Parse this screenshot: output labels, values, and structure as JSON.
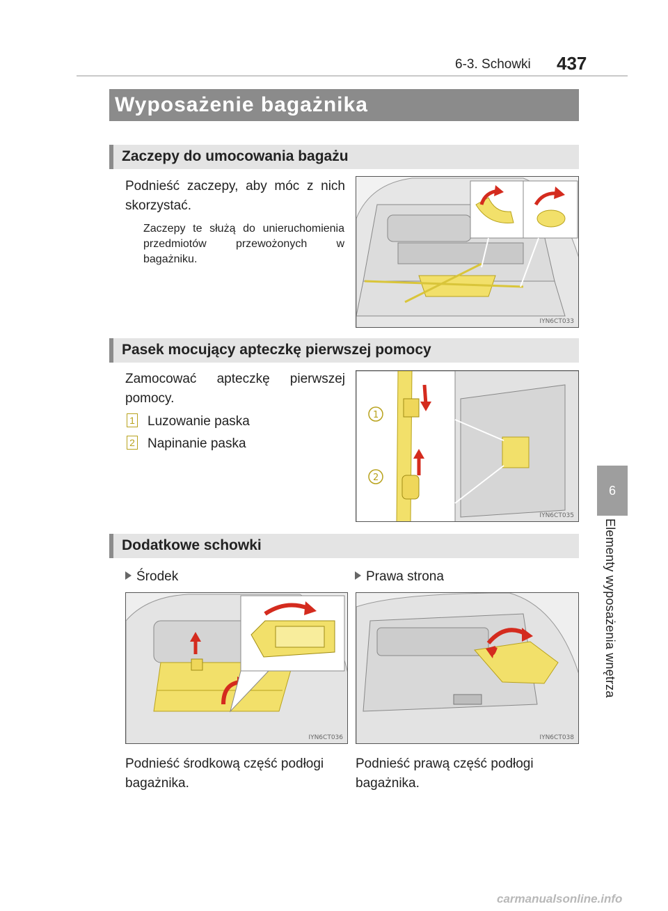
{
  "header": {
    "section": "6-3. Schowki",
    "page_number": "437"
  },
  "side_tab": {
    "chapter": "6",
    "label": "Elementy wyposażenia wnętrza"
  },
  "main_title": "Wyposażenie bagażnika",
  "sections": [
    {
      "title": "Zaczepy do umocowania bagażu",
      "text": "Podnieść zaczepy, aby móc z nich skorzystać.",
      "note": "Zaczepy te służą do unieruchomienia przedmiotów przewożonych w bagażniku.",
      "figure_code": "IYN6CT033"
    },
    {
      "title": "Pasek mocujący apteczkę pierwszej pomocy",
      "text": "Zamocować apteczkę pierwszej pomocy.",
      "items": [
        {
          "num": "1",
          "label": "Luzowanie paska"
        },
        {
          "num": "2",
          "label": "Napinanie paska"
        }
      ],
      "figure_code": "IYN6CT035"
    },
    {
      "title": "Dodatkowe schowki",
      "left": {
        "label": "Środek",
        "caption": "Podnieść środkową część podłogi bagażnika.",
        "figure_code": "IYN6CT036"
      },
      "right": {
        "label": "Prawa strona",
        "caption": "Podnieść prawą część podłogi bagażnika.",
        "figure_code": "IYN6CT038"
      }
    }
  ],
  "watermark": "carmanualsonline.info",
  "colors": {
    "highlight": "#f2e06a",
    "arrow": "#d42b1e",
    "title_bar": "#8b8b8b",
    "sub_bar": "#e4e4e4"
  }
}
